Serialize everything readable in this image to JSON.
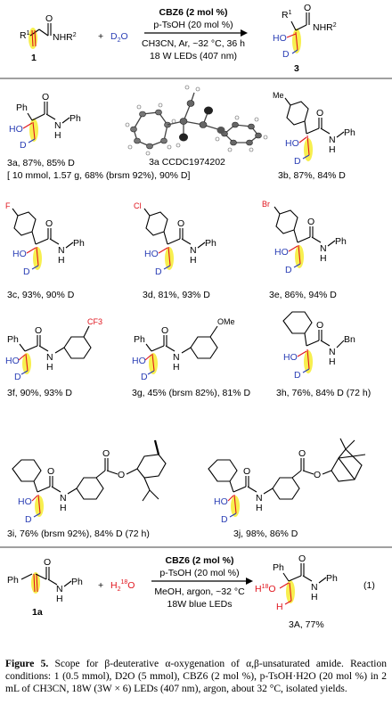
{
  "colors": {
    "highlight": "#f7ef4f",
    "alpha_red": "#e0141d",
    "deuterium_blue": "#2a3eb5",
    "rule": "#000000"
  },
  "top_scheme": {
    "reactant_label": "1",
    "r1": "R",
    "r1_sup": "1",
    "amide": "NHR",
    "amide_sup": "2",
    "plus": "+",
    "d2o": "D",
    "d2o_sub": "2",
    "d2o_o": "O",
    "cond1": "CBZ6 (2 mol %)",
    "cond2": "p-TsOH (20 mol %)",
    "cond3": "CH3CN, Ar, ~32 °C, 36 h",
    "cond4": "18 W LEDs (407 nm)",
    "product_label": "3",
    "prod_r1": "R",
    "prod_r1_sup": "1",
    "prod_ho": "HO",
    "prod_d": "D",
    "prod_amide": "NHR",
    "prod_amide_sup": "2"
  },
  "compounds": [
    {
      "id": "3a",
      "label": "3a, 87%, 85% D",
      "extra": "[ 10 mmol, 1.57 g, 68% (brsm 92%), 90% D]"
    },
    {
      "id": "3a-xray",
      "label": "3a CCDC1974202"
    },
    {
      "id": "3b",
      "label": "3b, 87%, 84% D",
      "substituent": "Me"
    },
    {
      "id": "3c",
      "label": "3c, 93%, 90% D",
      "substituent": "F"
    },
    {
      "id": "3d",
      "label": "3d, 81%, 93% D",
      "substituent": "Cl"
    },
    {
      "id": "3e",
      "label": "3e, 86%, 94% D",
      "substituent": "Br"
    },
    {
      "id": "3f",
      "label": "3f, 90%, 93% D",
      "substituent": "CF3"
    },
    {
      "id": "3g",
      "label": "3g, 45% (brsm 82%), 81% D",
      "substituent": "OMe"
    },
    {
      "id": "3h",
      "label": "3h, 76%, 84% D (72 h)",
      "substituent": "Bn"
    },
    {
      "id": "3i",
      "label": "3i, 76% (brsm 92%), 84% D (72 h)"
    },
    {
      "id": "3j",
      "label": "3j, 98%, 86% D"
    }
  ],
  "atom_labels": {
    "ph": "Ph",
    "ho": "HO",
    "d": "D",
    "n": "N",
    "h": "H",
    "o": "O"
  },
  "bottom_scheme": {
    "reactant_label": "1a",
    "ph1": "Ph",
    "ph2": "Ph",
    "plus": "+",
    "h2o_h": "H",
    "h2o_2": "2",
    "h2o_18": "18",
    "h2o_o": "O",
    "cond1": "CBZ6 (2 mol %)",
    "cond2": "p-TsOH (20 mol %)",
    "cond3": "MeOH, argon, ~32 °C",
    "cond4": "18W blue LEDs",
    "product_label": "3A, 77%",
    "eq_number": "(1)",
    "prod_h18o_h": "H",
    "prod_h18o_18": "18",
    "prod_h18o_o": "O",
    "prod_h": "H"
  },
  "caption": {
    "figure": "Figure 5.",
    "text": " Scope for β-deuterative α-oxygenation of α,β-unsaturated amide. Reaction conditions: 1 (0.5 mmol), D2O (5 mmol), CBZ6 (2 mol %), p-TsOH·H2O (20 mol %) in 2 mL of CH3CN, 18W (3W × 6) LEDs (407 nm), argon, about 32 °C, isolated yields."
  }
}
